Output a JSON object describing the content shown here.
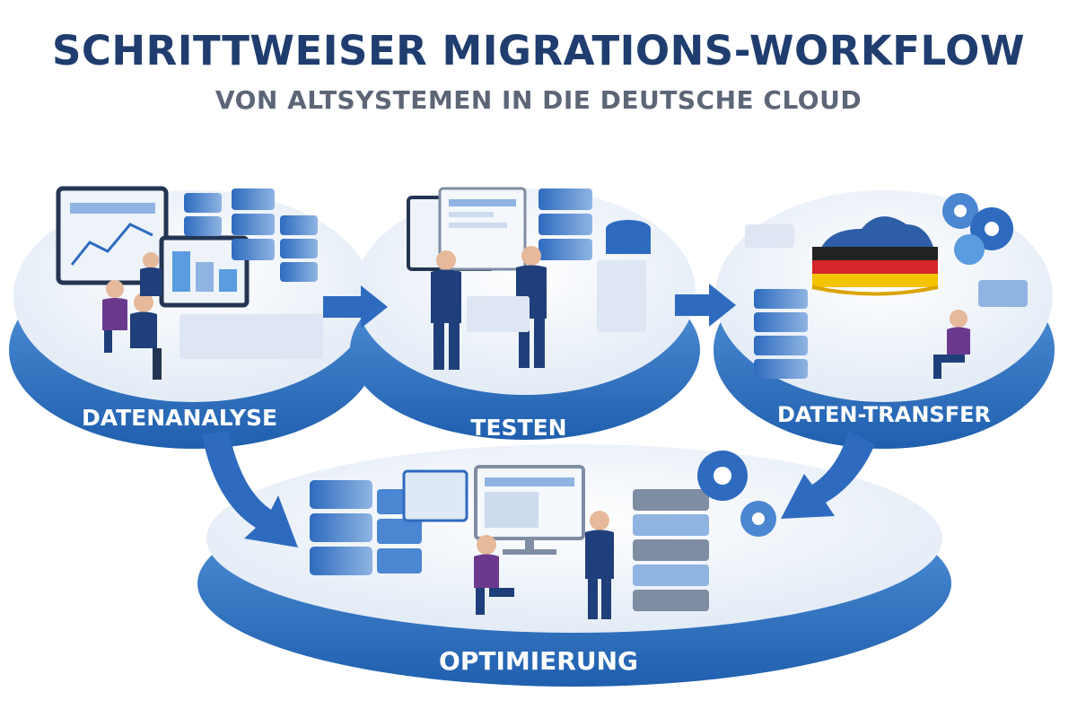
{
  "header": {
    "title": "SCHRITTWEISER MIGRATIONS-WORKFLOW",
    "subtitle": "VON ALTSYSTEMEN IN DIE DEUTSCHE CLOUD"
  },
  "stages": {
    "analyse": {
      "label": "DATENANALYSE"
    },
    "testen": {
      "label": "TESTEN"
    },
    "transfer": {
      "label": "DATEN-TRANSFER"
    },
    "optimierung": {
      "label": "OPTIMIERUNG"
    }
  },
  "colors": {
    "title": "#1f3d6e",
    "subtitle": "#5d6677",
    "ring_dark": "#1f5fae",
    "ring_light": "#5b9be0",
    "platform_top": "#eef3fa",
    "server_blue": "#2e6bbf",
    "server_light": "#8fb4e2",
    "person_suit": "#1f3f7a",
    "flag_black": "#222222",
    "flag_red": "#d4262b",
    "flag_gold": "#f5c400",
    "label_text": "#ffffff"
  },
  "icons": [
    "monitor-icon",
    "server-stack-icon",
    "person-icon",
    "cloud-icon",
    "gear-icon",
    "arrow-icon"
  ]
}
